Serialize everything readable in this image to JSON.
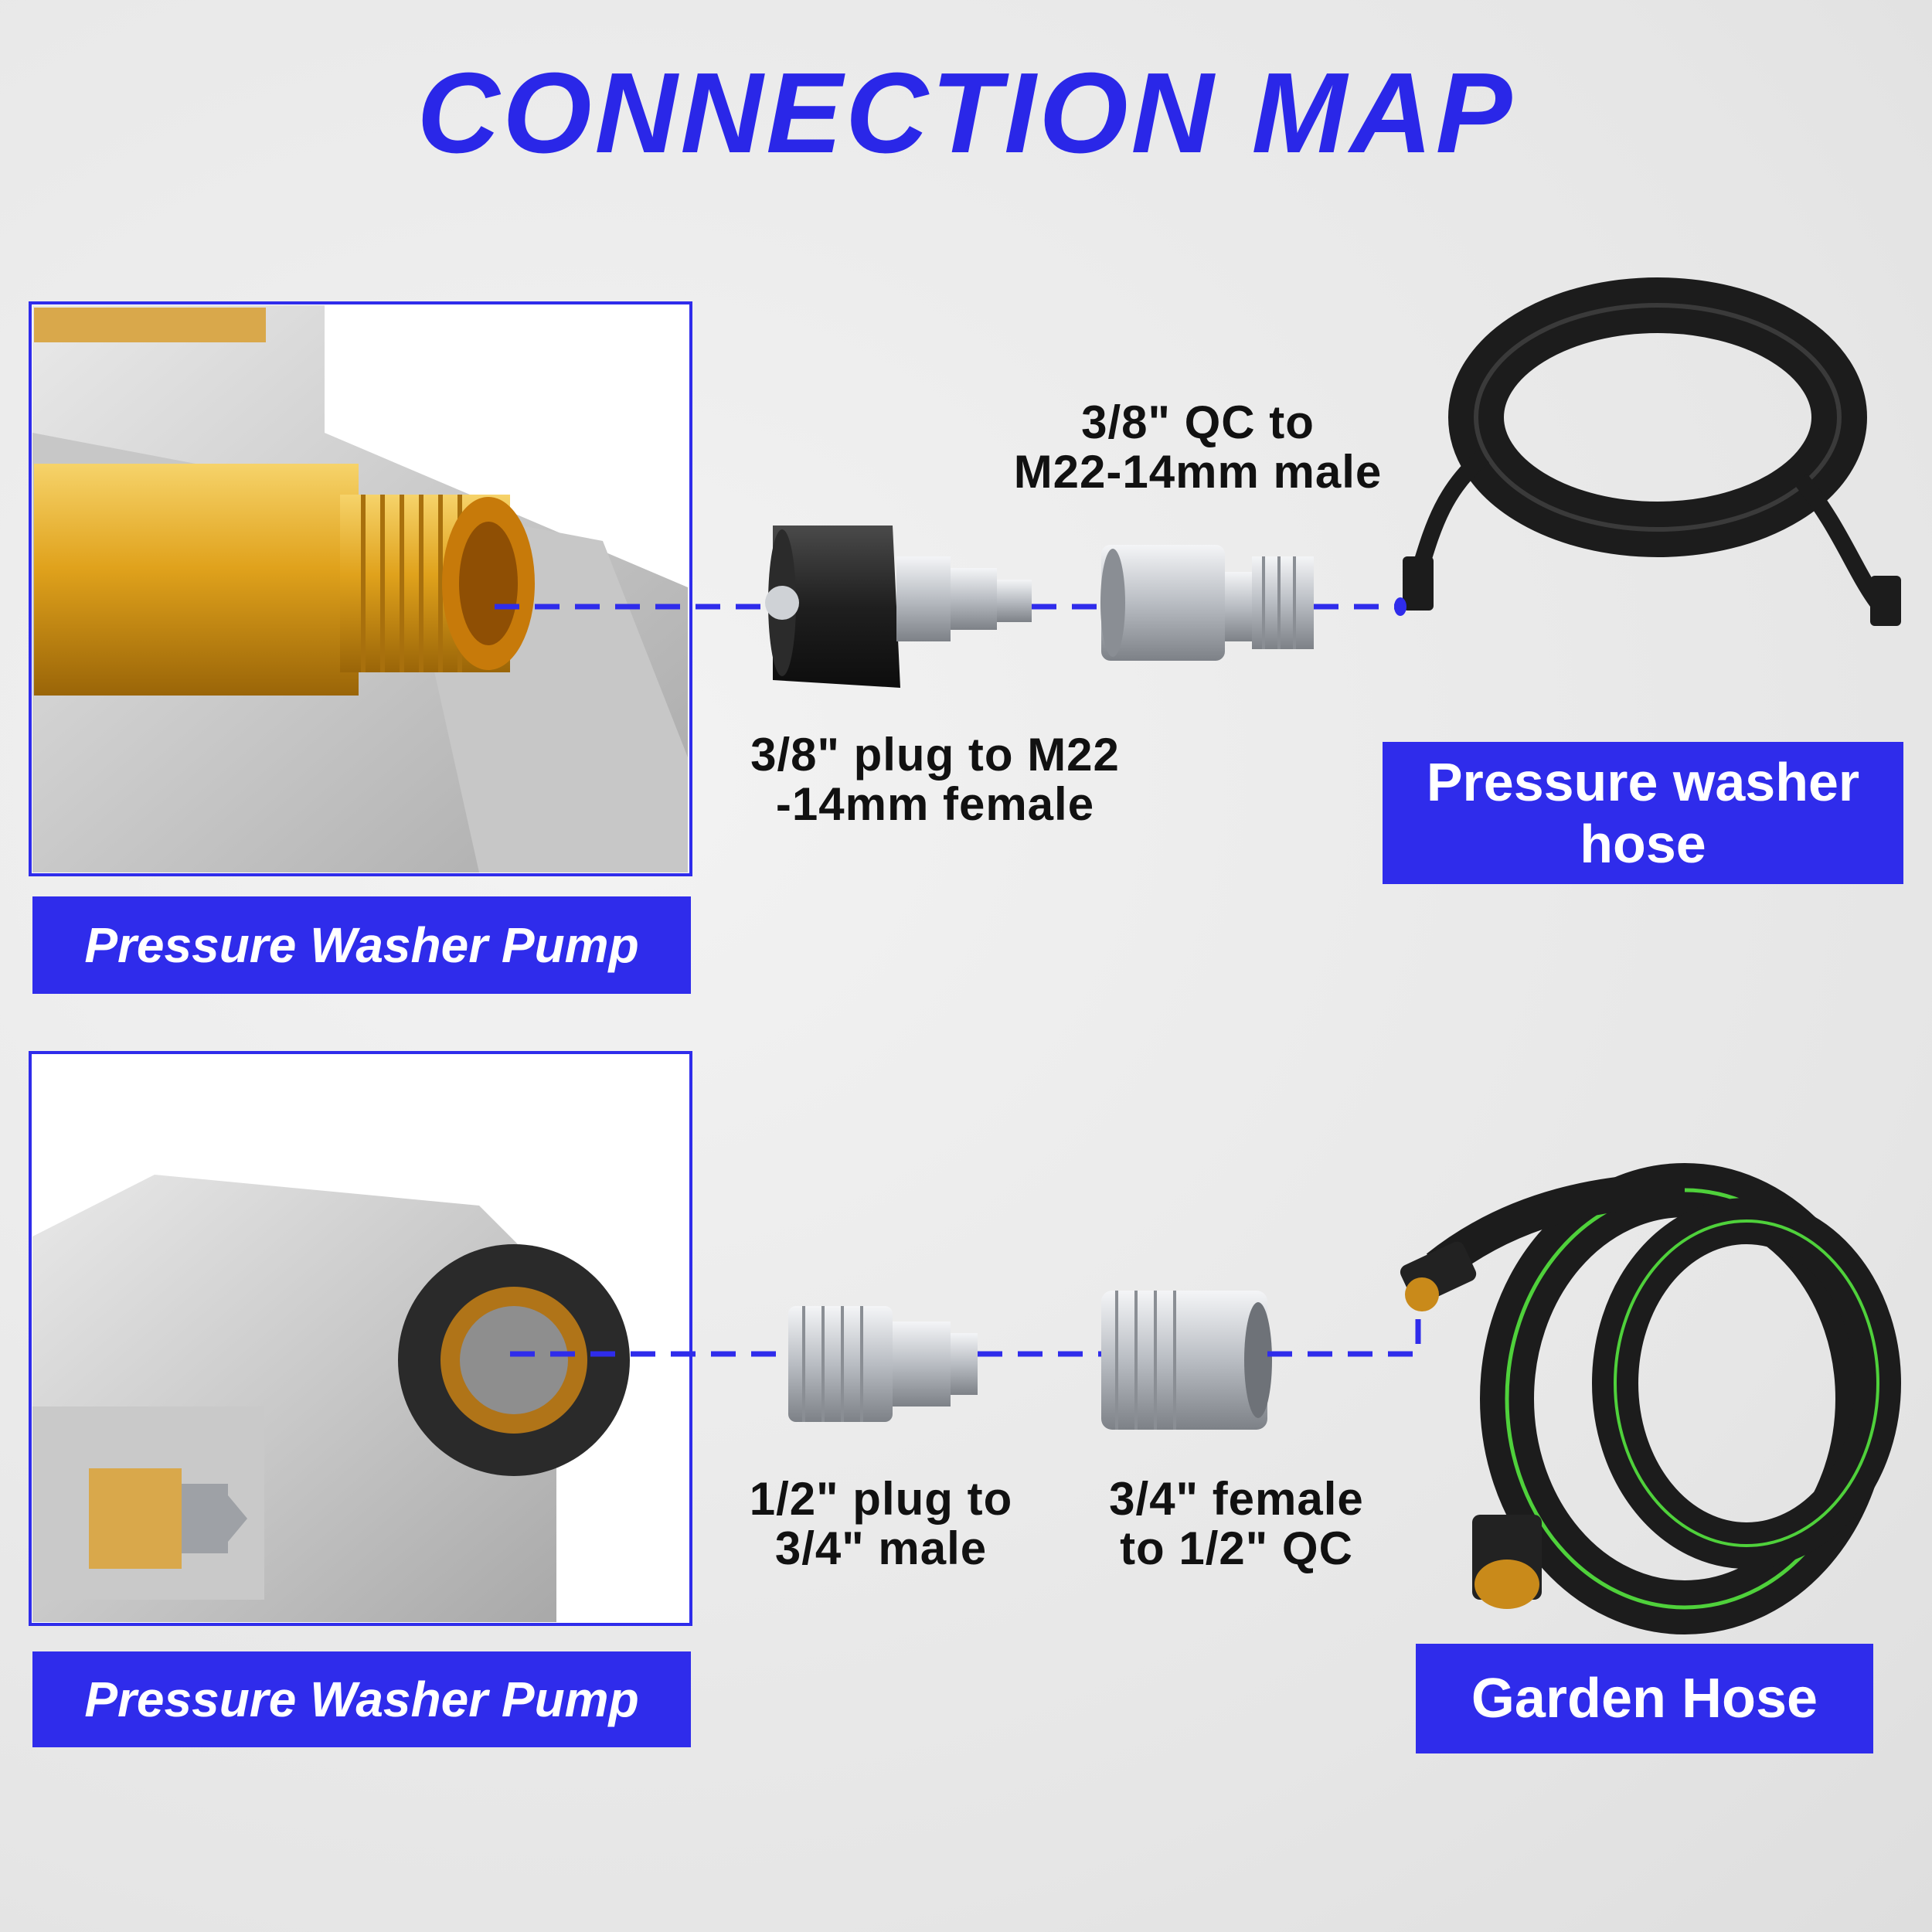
{
  "title": "CONNECTION MAP",
  "top_row": {
    "pump_label": "Pressure Washer Pump",
    "adapter1_caption_line1": "3/8\" plug to M22",
    "adapter1_caption_line2": "-14mm female",
    "adapter2_caption_line1": "3/8\" QC to",
    "adapter2_caption_line2": "M22-14mm male",
    "hose_label_line1": "Pressure washer",
    "hose_label_line2": "hose"
  },
  "bottom_row": {
    "pump_label": "Pressure Washer Pump",
    "adapter1_caption_line1": "1/2\" plug to",
    "adapter1_caption_line2": "3/4\" male",
    "adapter2_caption_line1": "3/4\" female",
    "adapter2_caption_line2": "to 1/2\" QC",
    "hose_label": "Garden Hose"
  },
  "colors": {
    "accent": "#2f2ceb",
    "connector_line": "#2f2ceb",
    "brass": "#e0a21c",
    "steel": "#c9ccd1",
    "hose": "#1c1c1c",
    "hose_stripe": "#4fd13b"
  }
}
